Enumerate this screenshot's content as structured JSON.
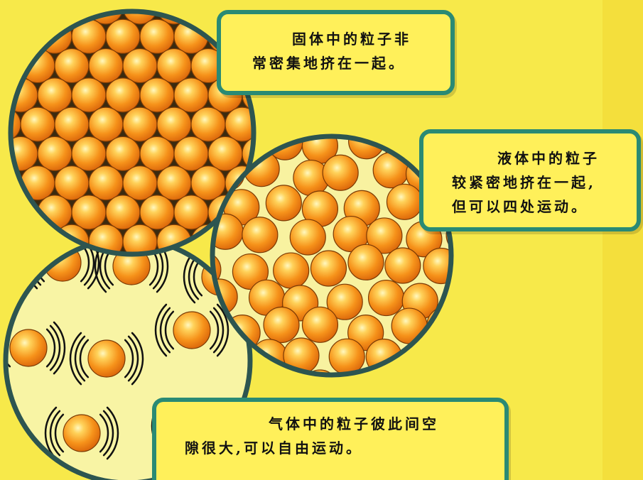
{
  "solid": {
    "caption_line1": "固体中的粒子非",
    "caption_line2": "常密集地挤在一起。"
  },
  "liquid": {
    "caption_line1": "液体中的粒子",
    "caption_line2": "较紧密地挤在一起,",
    "caption_line3": "但可以四处运动。"
  },
  "gas": {
    "caption_line1": "气体中的粒子彼此间空",
    "caption_line2": "隙很大,可以自由运动。"
  },
  "colors": {
    "background": "#f7e94a",
    "caption_fill": "#fff05a",
    "caption_border": "#2a8a74",
    "circle_border": "#2d5550",
    "particle": "#f28a14",
    "particle_highlight": "#fff3a0"
  }
}
